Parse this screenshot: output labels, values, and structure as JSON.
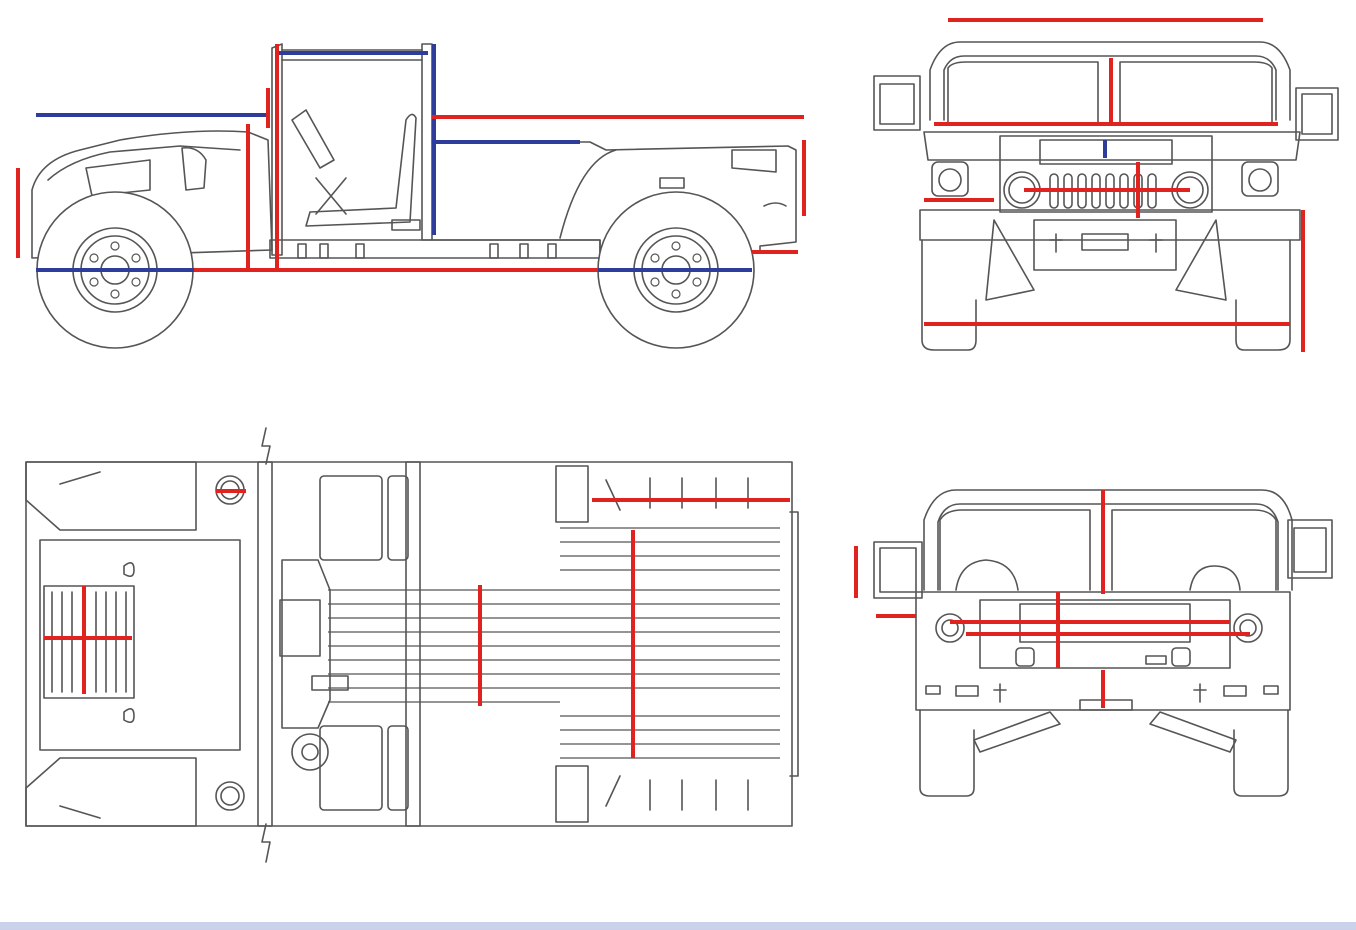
{
  "colors": {
    "measure_red": "#e0231f",
    "measure_blue": "#2e3c9c",
    "outline": "#555555",
    "footer_bar": "#c9d2ea"
  },
  "views": [
    {
      "id": "side",
      "name": "side-view"
    },
    {
      "id": "front",
      "name": "front-view"
    },
    {
      "id": "top",
      "name": "top-view"
    },
    {
      "id": "rear",
      "name": "rear-view"
    }
  ]
}
